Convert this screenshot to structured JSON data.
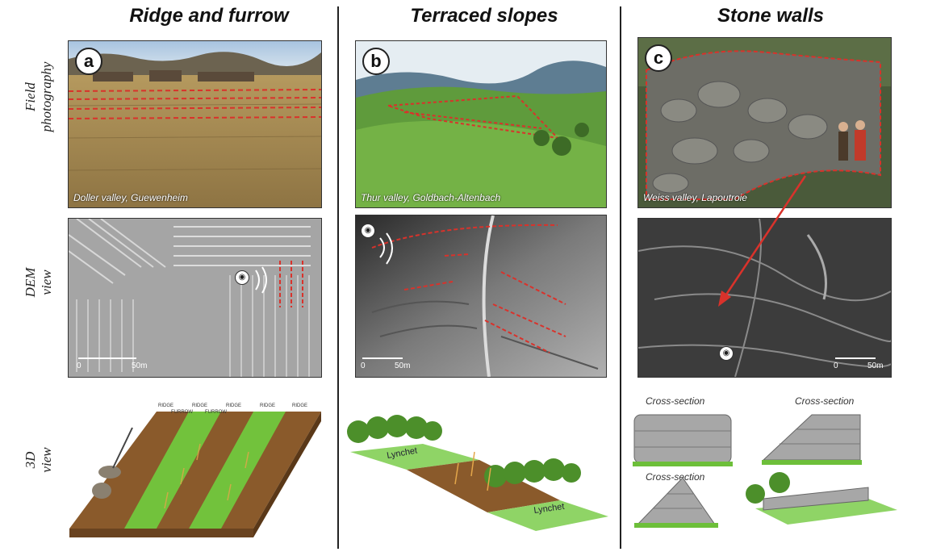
{
  "columns": [
    {
      "title": "Ridge and furrow",
      "badge": "a",
      "photo_caption": "Doller valley, Guewenheim",
      "scale_start": "0",
      "scale_end": "50m"
    },
    {
      "title": "Terraced slopes",
      "badge": "b",
      "photo_caption": "Thur valley, Goldbach-Altenbach",
      "scale_start": "0",
      "scale_end": "50m"
    },
    {
      "title": "Stone walls",
      "badge": "c",
      "photo_caption": "Weiss valley, Lapoutroie",
      "scale_start": "0",
      "scale_end": "50m"
    }
  ],
  "rows": {
    "field_line1": "Field",
    "field_line2": "photography",
    "dem_line1": "DEM",
    "dem_line2": "view",
    "view3d_line1": "3D",
    "view3d_line2": "view"
  },
  "ridge_label": "RIDGE",
  "furrow_label": "FURROW",
  "lynchet_label": "Lynchet",
  "cross_section_label": "Cross-section",
  "camera_icon": "camera-icon",
  "colors": {
    "highlight": "#d9322b",
    "soil": "#8b5a2b",
    "grass": "#6dbf3a"
  }
}
